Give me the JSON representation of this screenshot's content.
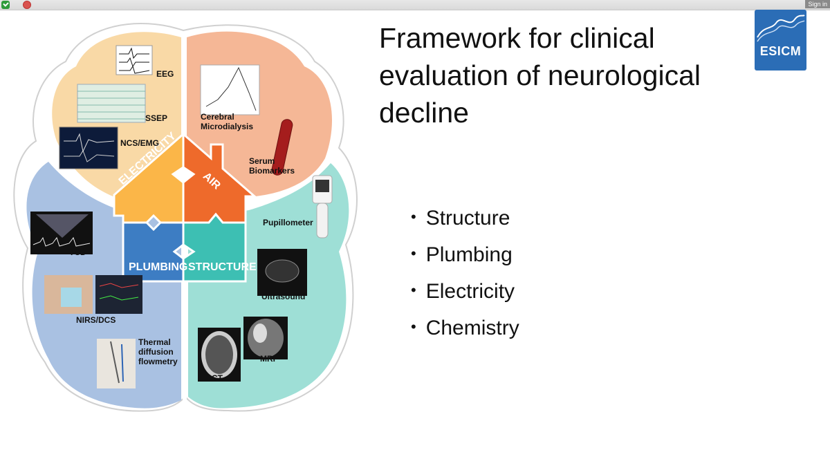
{
  "toolbar": {
    "shield_icon": "shield-check-icon",
    "record_icon": "record-icon",
    "sign_in": "Sign in"
  },
  "slide": {
    "title": "Framework for clinical evaluation of neurological decline",
    "logo": {
      "text": "ESICM",
      "color": "#2b6db6"
    },
    "bullets": [
      "Structure",
      "Plumbing",
      "Electricity",
      "Chemistry"
    ]
  },
  "figure": {
    "puzzle": {
      "electricity": "ELECTRICITY",
      "air": "AIR",
      "plumbing": "PLUMBING",
      "structure": "STRUCTURE"
    },
    "colors": {
      "electricity_lobe": "#f9d9a6",
      "air_lobe": "#f5b796",
      "plumbing_lobe": "#a9c1e2",
      "structure_lobe": "#9edfd6",
      "electricity_piece": "#fbb648",
      "air_piece": "#ee6a2b",
      "plumbing_piece": "#3d7dc3",
      "structure_piece": "#3dbfb3"
    },
    "labels": {
      "eeg": "EEG",
      "ssep": "SSEP",
      "ncs_emg": "NCS/EMG",
      "cerebral_microdialysis": "Cerebral\nMicrodialysis",
      "serum_biomarkers": "Serum\nBiomarkers",
      "pupillometer": "Pupillometer",
      "ultrasound": "Ultrasound",
      "mri": "MRI",
      "ct": "CT",
      "tcd": "TCD",
      "nirs_dcs": "NIRS/DCS",
      "thermal": "Thermal\ndiffusion\nflowmetry"
    }
  }
}
